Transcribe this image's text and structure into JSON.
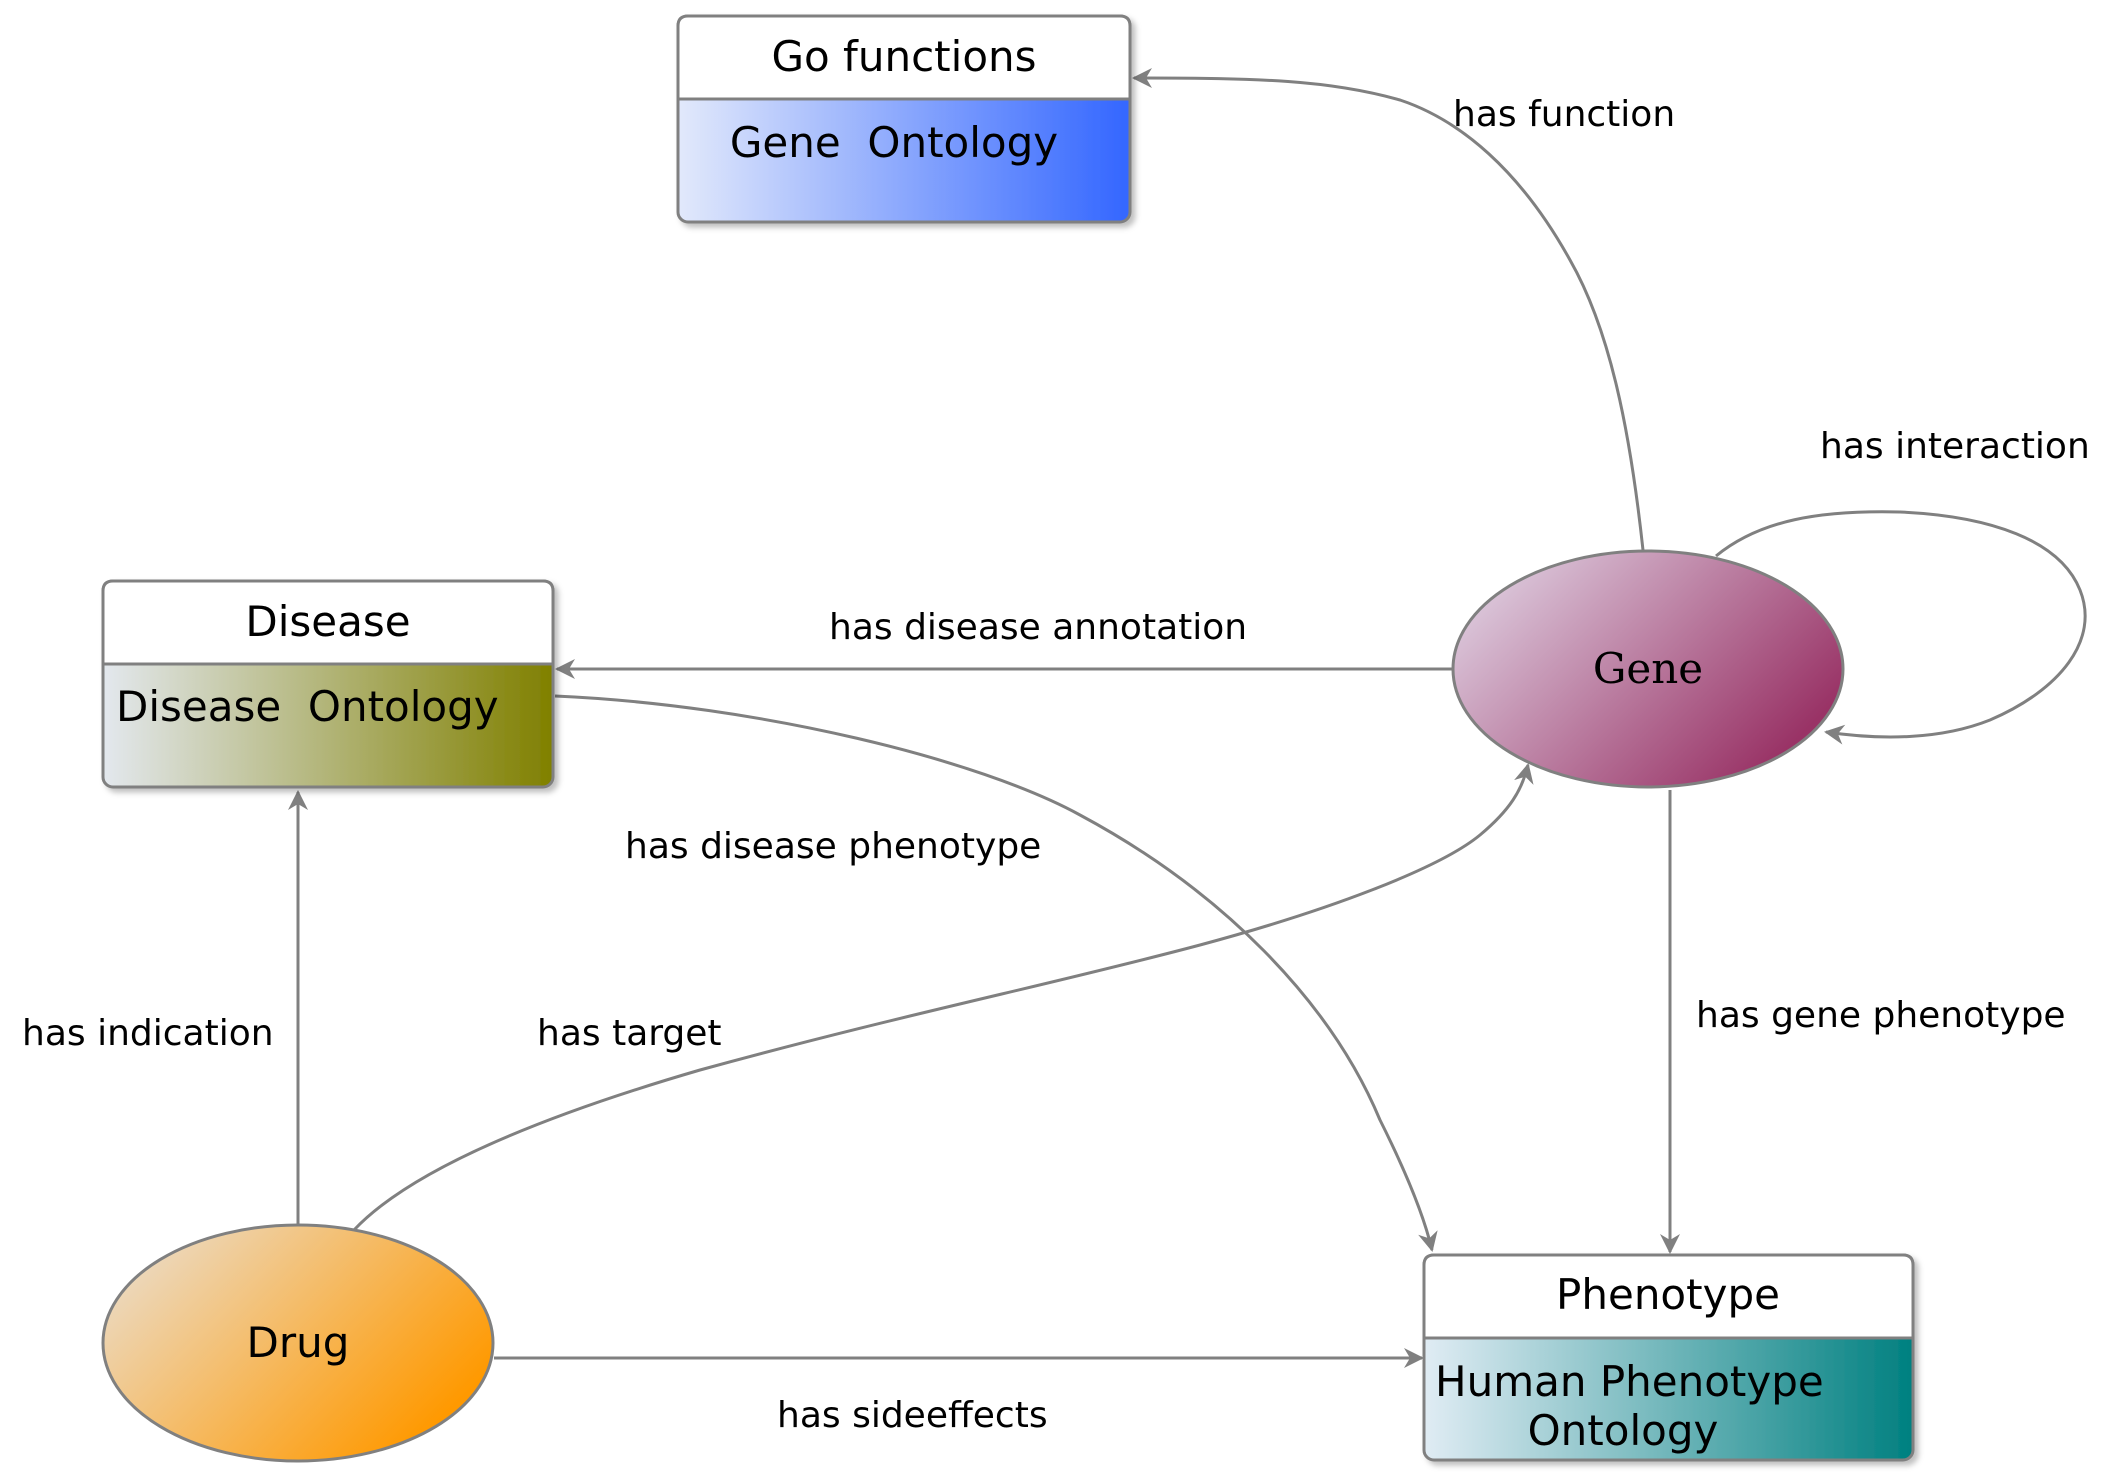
{
  "colors": {
    "edge": "#808080",
    "go_functions_gradient": [
      "#e2e9fb",
      "#3366ff"
    ],
    "disease_gradient": [
      "#e3e8ee",
      "#808000"
    ],
    "phenotype_gradient": [
      "#e0ecf4",
      "#008080"
    ],
    "gene_gradient": [
      "#e5ddec",
      "#993366"
    ],
    "drug_gradient": [
      "#e9e2da",
      "#ff9900"
    ]
  },
  "nodes": {
    "go_functions": {
      "shape": "rounded-box",
      "title": "Go functions",
      "body_lines": [
        "Gene  Ontology"
      ]
    },
    "disease": {
      "shape": "rounded-box",
      "title": "Disease",
      "body_lines": [
        "Disease  Ontology"
      ]
    },
    "phenotype": {
      "shape": "rounded-box",
      "title": "Phenotype",
      "body_lines": [
        "Human Phenotype",
        "Ontology"
      ]
    },
    "gene": {
      "shape": "ellipse",
      "label": "Gene"
    },
    "drug": {
      "shape": "ellipse",
      "label": "Drug"
    }
  },
  "edges": [
    {
      "id": "has-function",
      "from": "Gene",
      "to": "Go functions",
      "label": "has function"
    },
    {
      "id": "has-interaction",
      "from": "Gene",
      "to": "Gene",
      "label": "has interaction"
    },
    {
      "id": "has-disease-annotation",
      "from": "Gene",
      "to": "Disease",
      "label": "has disease annotation"
    },
    {
      "id": "has-disease-phenotype",
      "from": "Disease",
      "to": "Phenotype",
      "label": "has disease phenotype"
    },
    {
      "id": "has-indication",
      "from": "Drug",
      "to": "Disease",
      "label": "has indication"
    },
    {
      "id": "has-target",
      "from": "Drug",
      "to": "Gene",
      "label": "has target"
    },
    {
      "id": "has-gene-phenotype",
      "from": "Gene",
      "to": "Phenotype",
      "label": "has gene phenotype"
    },
    {
      "id": "has-sideeffects",
      "from": "Drug",
      "to": "Phenotype",
      "label": "has sideeffects"
    }
  ]
}
